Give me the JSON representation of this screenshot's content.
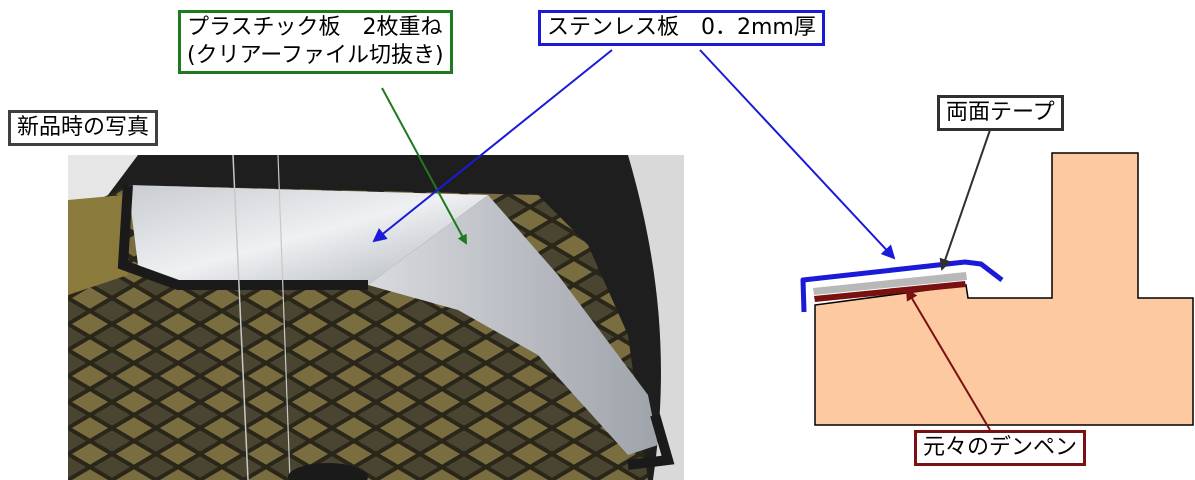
{
  "labels": {
    "photo": "新品時の写真",
    "plastic_line1": "プラスチック板　2枚重ね",
    "plastic_line2": "(クリアーファイル切抜き)",
    "steel": "ステンレス板　0．2mm厚",
    "tape": "両面テープ",
    "denpen": "元々のデンペン"
  },
  "colors": {
    "plastic": "#1e7a1e",
    "steel": "#1a1ad8",
    "tape": "#303030",
    "denpen": "#7a1010",
    "body": "#fdc9a0",
    "tape_fill": "#b8b8b8"
  }
}
